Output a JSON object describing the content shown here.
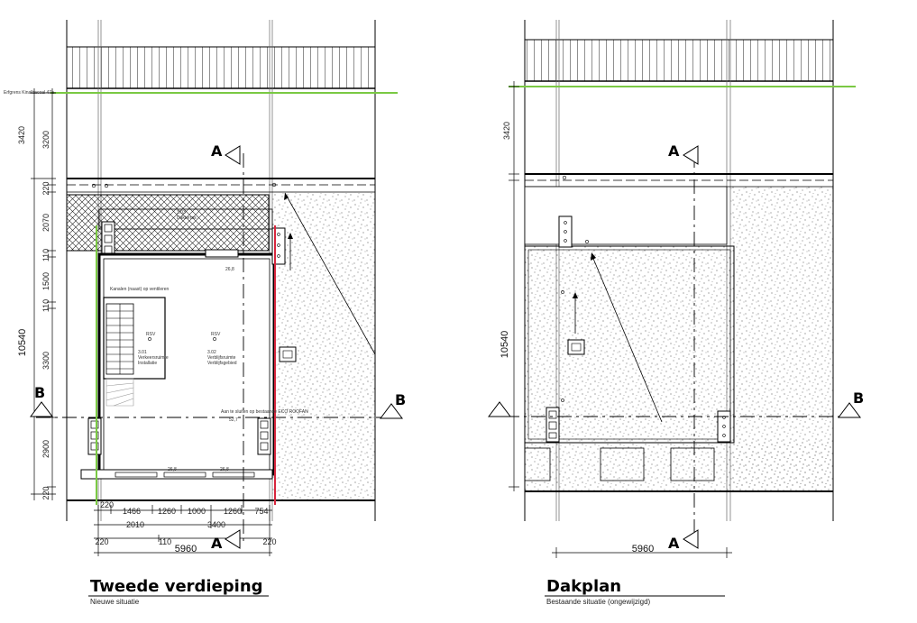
{
  "left_plan": {
    "title": "Tweede verdieping",
    "subtitle": "Nieuwe situatie",
    "reference_label": "Erfgrens Kinalbacoal 47a",
    "vertical_dims": [
      "3420",
      "3200",
      "220",
      "2070",
      "110",
      "1500",
      "110",
      "3300",
      "2900",
      "220"
    ],
    "overall_height": "10540",
    "bottom_dims_row1": [
      "220",
      "1466",
      "1260",
      "1000",
      "1260",
      "754"
    ],
    "bottom_dims_row2": [
      "2010",
      "3400"
    ],
    "bottom_dims_row3": [
      "220",
      "110",
      "220"
    ],
    "overall_width": "5960",
    "section_a_top": "A",
    "section_a_bottom": "A",
    "section_b_left": "B",
    "section_b_right": "B",
    "room_labels": {
      "roof_terrace_code": "3.03",
      "roof_terrace_name": "Dakterras",
      "stair_room_code": "3.01",
      "stair_room_name": "Verkeersruimte",
      "stair_room_sub": "Installatie",
      "main_room_code": "3.02",
      "main_room_name": "Verblijfsruimte",
      "main_room_sub": "Verblijfsgebied",
      "rsv1": "RSV",
      "rsv2": "RSV"
    },
    "annotations": {
      "level_top": "26,8",
      "level_mid": "52,7",
      "level_bottom_left": "26,8",
      "level_bottom_right": "26,8",
      "note_stair": "Kanalen (naast) op ventileren",
      "note_facade": "Aan te sluiten op bestaande ECO ROOFAN"
    }
  },
  "right_plan": {
    "title": "Dakplan",
    "subtitle": "Bestaande situatie (ongewijzigd)",
    "vertical_dims": [
      "3420"
    ],
    "overall_height": "10540",
    "overall_width": "5960",
    "section_a_top": "A",
    "section_a_bottom": "A",
    "section_b_right": "B"
  },
  "colors": {
    "green_line": "#7ac943",
    "red_line": "#d7263d",
    "line": "#000000"
  }
}
